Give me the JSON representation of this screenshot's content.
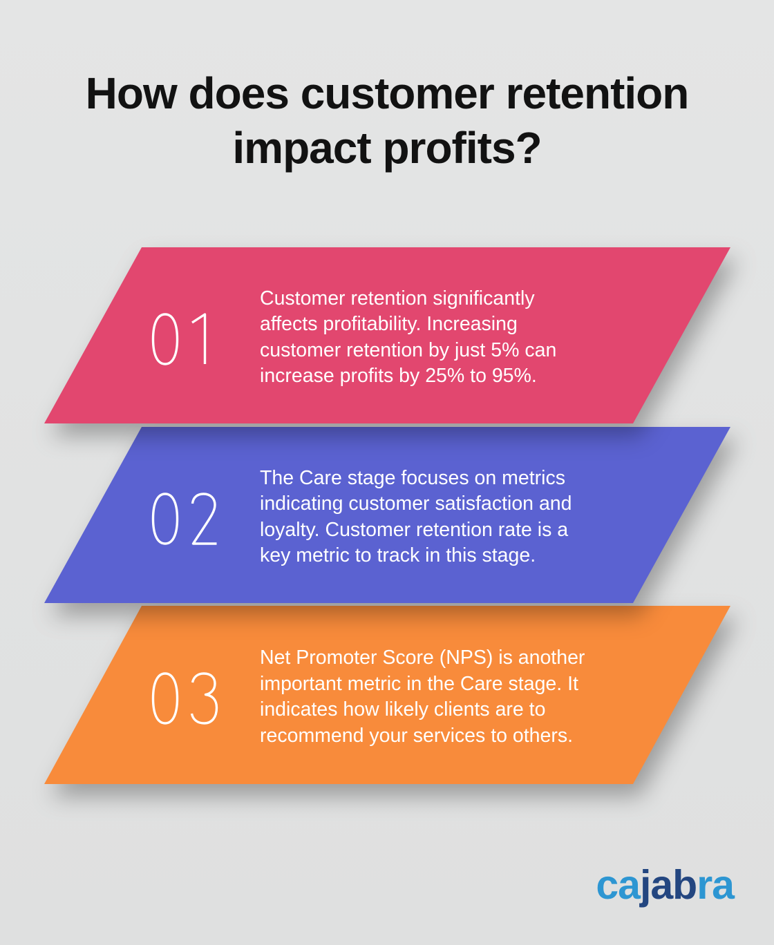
{
  "title": {
    "lines": [
      "How does customer retention",
      "impact profits?"
    ]
  },
  "steps": [
    {
      "number": "01",
      "accent_color": "#E2476F",
      "lines": [
        "Customer retention significantly",
        "affects profitability. Increasing",
        "customer retention by just 5% can",
        "increase profits by 25% to 95%."
      ]
    },
    {
      "number": "02",
      "accent_color": "#5B62D1",
      "lines": [
        "The Care stage focuses on metrics",
        "indicating customer satisfaction and",
        "loyalty. Customer retention rate is a",
        "key metric to track in this stage."
      ]
    },
    {
      "number": "03",
      "accent_color": "#F88B3B",
      "lines": [
        "Net Promoter Score (NPS) is another",
        "important metric in the Care stage. It",
        "indicates how likely clients are to",
        "recommend your services to others."
      ]
    }
  ],
  "logo": {
    "name": "cajabra",
    "segments": [
      {
        "text": "ca",
        "color": "#2D96D2"
      },
      {
        "text": "jab",
        "color": "#234680"
      },
      {
        "text": "ra",
        "color": "#2D96D2"
      }
    ]
  },
  "canvas": {
    "background": "#E2E3E3",
    "banner_text_color": "#FFFFFF",
    "title_color": "#121212"
  }
}
